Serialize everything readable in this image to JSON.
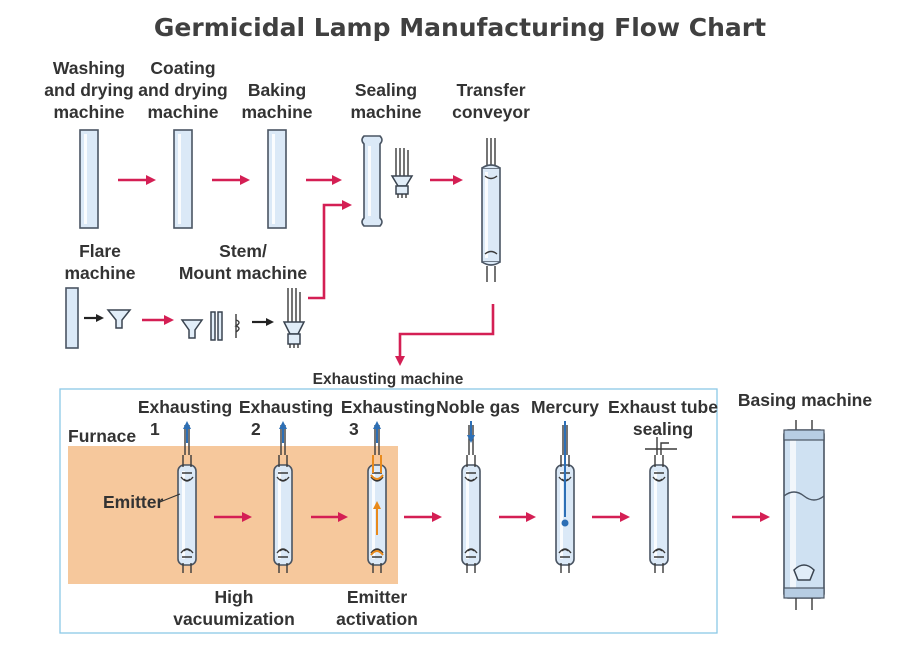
{
  "title": "Germicidal Lamp Manufacturing Flow Chart",
  "top_row": {
    "washing": [
      "Washing",
      "and drying",
      "machine"
    ],
    "coating": [
      "Coating",
      "and drying",
      "machine"
    ],
    "baking": [
      "Baking",
      "machine"
    ],
    "sealing": [
      "Sealing",
      "machine"
    ],
    "transfer": [
      "Transfer",
      "conveyor"
    ]
  },
  "middle_row": {
    "flare": [
      "Flare",
      "machine"
    ],
    "stem": [
      "Stem/",
      "Mount machine"
    ]
  },
  "exhausting_machine": {
    "title": "Exhausting machine",
    "furnace": "Furnace",
    "emitter": "Emitter",
    "steps": [
      {
        "label": "Exhausting",
        "num": "1"
      },
      {
        "label": "Exhausting",
        "num": "2"
      },
      {
        "label": "Exhausting",
        "num": "3"
      },
      {
        "label": "Noble gas",
        "num": ""
      },
      {
        "label": "Mercury",
        "num": ""
      },
      {
        "label": "Exhaust tube",
        "num": "sealing"
      }
    ],
    "bottom_labels": {
      "high_vac": [
        "High",
        "vacuumization"
      ],
      "emitter_act": [
        "Emitter",
        "activation"
      ]
    }
  },
  "basing": "Basing machine",
  "colors": {
    "arrow": "#d41f54",
    "furnace": "#f6c89c",
    "box_border": "#8cc8e6",
    "tube": "#dbe9f7",
    "blue": "#2d6fb5",
    "orange": "#e88a1c"
  }
}
